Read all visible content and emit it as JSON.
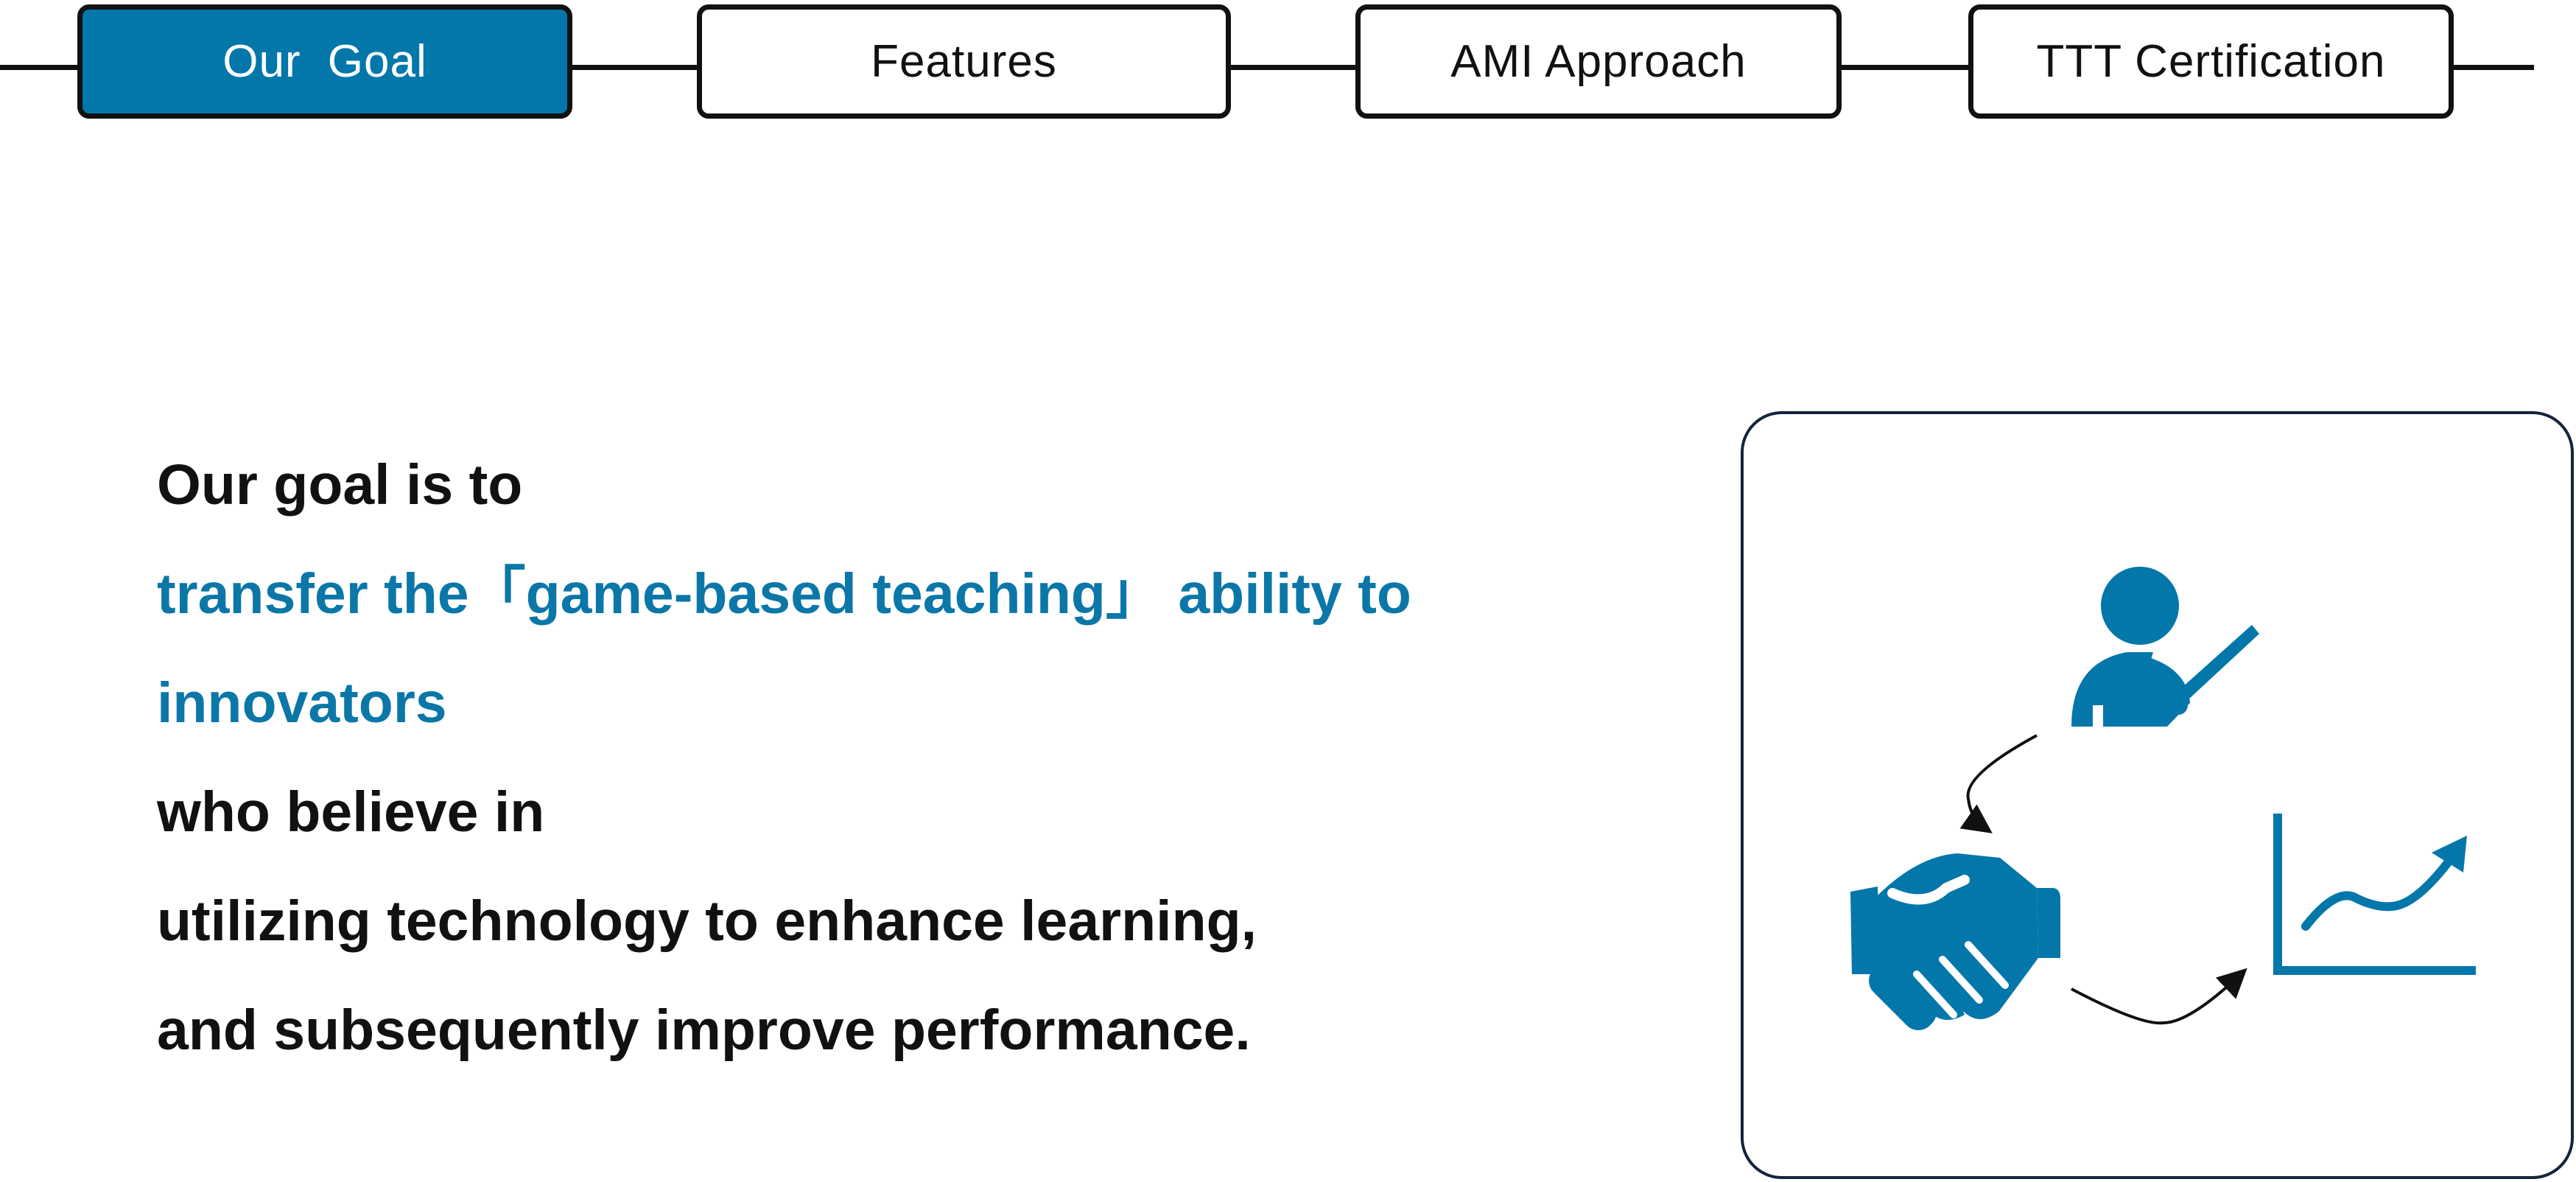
{
  "nav": {
    "tabs": [
      {
        "label": "Our  Goal",
        "active": true
      },
      {
        "label": "Features",
        "active": false
      },
      {
        "label": "AMI Approach",
        "active": false
      },
      {
        "label": "TTT Certification",
        "active": false
      }
    ]
  },
  "goal": {
    "line1": "Our goal is to",
    "highlight_line1": "transfer the「game-based teaching」 ability to",
    "highlight_line2": "innovators",
    "line4": "who believe in",
    "line5": "utilizing technology to enhance learning,",
    "line6": "and subsequently improve performance."
  },
  "illustration": {
    "icons": [
      "teacher-pointer-icon",
      "handshake-icon",
      "growth-chart-icon"
    ],
    "accent_color": "#0377aa",
    "arrow_color": "#111111",
    "border_color": "#15233d"
  }
}
